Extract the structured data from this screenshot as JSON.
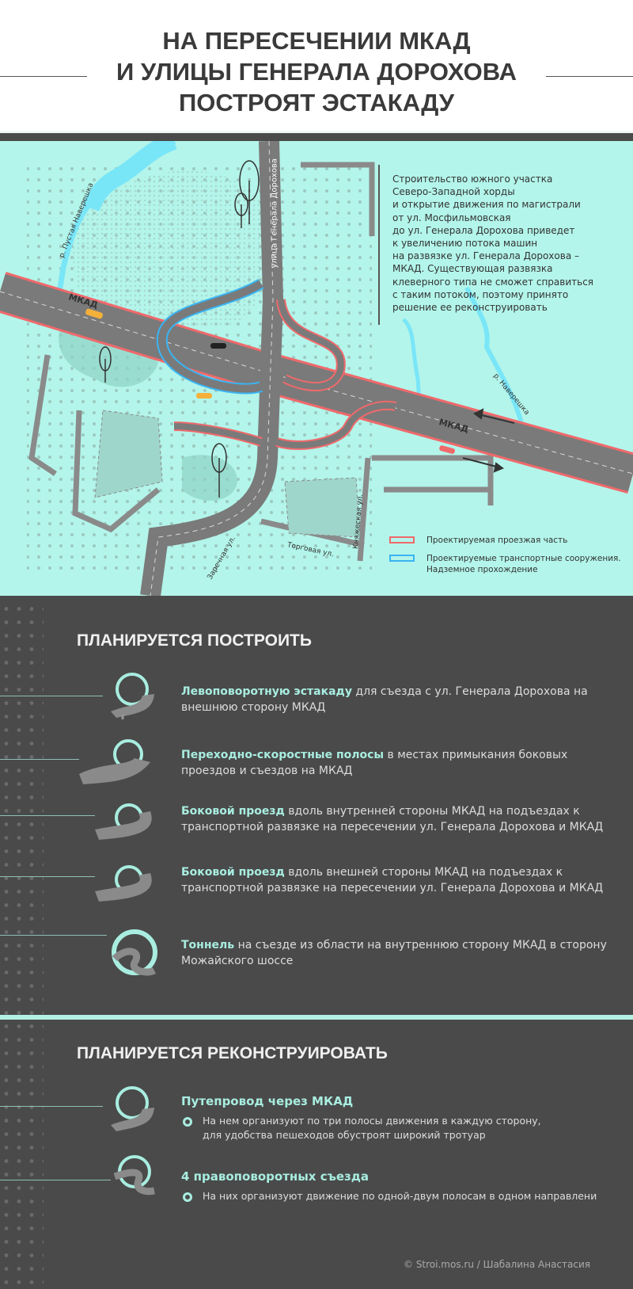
{
  "title": {
    "line1": "НА ПЕРЕСЕЧЕНИИ МКАД",
    "line2": "И УЛИЦЫ ГЕНЕРАЛА ДОРОХОВА",
    "line3": "ПОСТРОЯТ ЭСТАКАДУ"
  },
  "map": {
    "intro_lines": [
      "Строительство южного участка",
      "Северо-Западной хорды",
      "и открытие движения по магистрали",
      "от ул. Мосфильмовская",
      "до ул. Генерала Дорохова приведет",
      "к увеличению потока машин",
      "на развязке ул. Генерала Дорохова –",
      "МКАД. Существующая развязка",
      "клеверного типа не сможет справиться",
      "с таким потоком, поэтому принято",
      "решение ее реконструировать"
    ],
    "labels": {
      "mkad_left": "МКАД",
      "mkad_right": "МКАД",
      "street_main": "улица Генерала Дорохова",
      "river_left": "р. Пустая Наверешка",
      "river_right": "р. Наверешка",
      "zarechnaya": "Заречная ул.",
      "torgovaya": "Торговая ул.",
      "knyazheskaya": "Княжеская ул."
    },
    "legend": [
      {
        "label": "Проектируемая проезжая часть",
        "color": "#f0696b"
      },
      {
        "label": "Проектируемые транспортные сооружения.",
        "label2": "Надземное прохождение",
        "color": "#3ab4f2"
      }
    ],
    "colors": {
      "background": "#b3f5ea",
      "road": "#7a7a7a",
      "river": "#79e6f8",
      "park": "#8fd3c4"
    }
  },
  "build": {
    "title": "ПЛАНИРУЕТСЯ ПОСТРОИТЬ",
    "items": [
      {
        "bold": "Левоповоротную эстакаду",
        "text": " для съезда с ул. Генерала Дорохова на внешнюю сторону МКАД",
        "icon": "overpass-icon"
      },
      {
        "bold": "Переходно-скоростные полосы",
        "text": " в местах примыкания боковых проездов и съездов на МКАД",
        "icon": "lanes-icon"
      },
      {
        "bold": "Боковой проезд",
        "text": " вдоль внутренней стороны МКАД на подъездах к транспортной развязке на пересечении ул. Генерала Дорохова и МКАД",
        "icon": "side-road-icon"
      },
      {
        "bold": "Боковой проезд",
        "text": " вдоль внешней стороны МКАД на подъездах к транспортной развязке на пересечении ул. Генерала Дорохова и МКАД",
        "icon": "side-road-icon"
      },
      {
        "bold": "Тоннель",
        "text": " на съезде из области на внутреннюю сторону МКАД в сторону Можайского шоссе",
        "icon": "tunnel-icon"
      }
    ]
  },
  "reconstruct": {
    "title": "ПЛАНИРУЕТСЯ РЕКОНСТРУИРОВАТЬ",
    "items": [
      {
        "title": "Путепровод через МКАД",
        "text": "На нем организуют по три полосы движения в каждую сторону, для удобства пешеходов обустроят широкий тротуар",
        "icon": "overpass-icon"
      },
      {
        "title": "4 правоповоротных съезда",
        "text": "На них организуют движение по одной-двум полосам в одном направлени",
        "icon": "ramp-icon"
      }
    ]
  },
  "footer": "© Stroi.mos.ru / Шабалина Анастасия",
  "colors": {
    "accent": "#a8ede0",
    "dark_bg": "#4a4a4a"
  }
}
